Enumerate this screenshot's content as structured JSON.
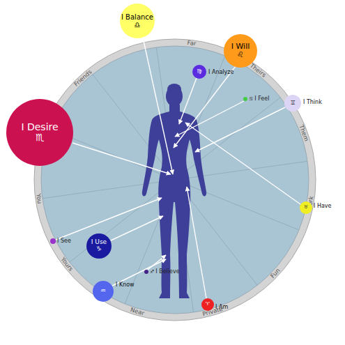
{
  "diagram": {
    "nodes": [
      {
        "text": [
          "I Balance",
          "♎"
        ]
      },
      {
        "text": [
          "I Will",
          "♌"
        ]
      },
      {
        "text": [
          "I Analyze",
          "♍"
        ]
      },
      {
        "text": [
          "I Feel",
          "♋"
        ]
      },
      {
        "text": [
          "I Think",
          "♊"
        ]
      },
      {
        "text": [
          "I Desire",
          "♏"
        ]
      },
      {
        "text": [
          "I Have",
          "♉"
        ]
      },
      {
        "text": [
          "I See"
        ]
      },
      {
        "text": [
          "I Use",
          "♑"
        ]
      },
      {
        "text": [
          "I Believe",
          "♐"
        ]
      },
      {
        "text": [
          "I Know",
          "♒"
        ]
      },
      {
        "text": [
          "I Am",
          "♈"
        ]
      }
    ],
    "labels": [
      "Friends",
      "Far",
      "Theirs",
      "Them",
      "Work",
      "Fun",
      "Private",
      "Near",
      "Yours",
      "You"
    ]
  }
}
